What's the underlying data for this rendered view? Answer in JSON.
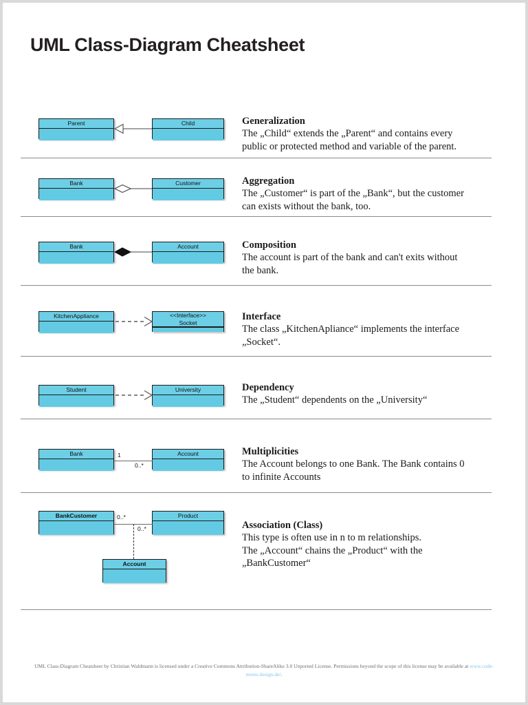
{
  "document": {
    "title": "UML Class-Diagram Cheatsheet",
    "accent_box_fill": "#62cbe3",
    "accent_header_fill": "#6dcfe6",
    "rule_color": "#8a8a8a",
    "link_color": "#7fc7e8"
  },
  "sections": [
    {
      "id": "generalization",
      "title": "Generalization",
      "body": "The „Child“ extends the „Parent“ and contains every\npublic or protected method and variable of the parent.",
      "left_class": "Parent",
      "right_class": "Child",
      "relation": "generalization-hollow-triangle"
    },
    {
      "id": "aggregation",
      "title": "Aggregation",
      "body": "The „Customer“ is part of the „Bank“, but the customer\ncan exists without the bank, too.",
      "left_class": "Bank",
      "right_class": "Customer",
      "relation": "aggregation-hollow-diamond"
    },
    {
      "id": "composition",
      "title": "Composition",
      "body": "The account is part of the bank and can't exits without\nthe bank.",
      "left_class": "Bank",
      "right_class": "Account",
      "relation": "composition-filled-diamond"
    },
    {
      "id": "interface",
      "title": "Interface",
      "body": "The class „KitchenApliance“ implements the interface\n„Socket“.",
      "left_class": "KitchenAppliance",
      "right_class_stereotype": "<<Interface>>",
      "right_class": "Socket",
      "relation": "realization-dashed-hollow-arrow"
    },
    {
      "id": "dependency",
      "title": "Dependency",
      "body": "The „Student“ dependents on the „University“",
      "left_class": "Student",
      "right_class": "University",
      "relation": "dependency-dashed-open-arrow"
    },
    {
      "id": "multiplicities",
      "title": "Multiplicities",
      "body": "The Account belongs to one Bank. The Bank contains 0\nto infinite Accounts",
      "left_class": "Bank",
      "right_class": "Account",
      "relation": "association-plain-line",
      "multiplicity_left": "1",
      "multiplicity_right": "0..*"
    },
    {
      "id": "association-class",
      "title": "Association (Class)",
      "body": "This type is often use in n to m relationships.\nThe „Account“  chains the „Product“ with the\n„BankCustomer“",
      "left_class": "BankCustomer",
      "right_class": "Product",
      "assoc_class": "Account",
      "relation": "association-class-dashed",
      "multiplicity_left": "0..*",
      "multiplicity_right": "0..*"
    }
  ],
  "footer": {
    "line1_before": "UML Class-Diagram Cheatsheet by Christian Waldmann is licensed under a Creative Commons Attribution-ShareAlike 3.0 Unported License. Permissions beyond the scope of",
    "line2_before": "this license may be available at ",
    "link_text": "www.code-meets-design.de/",
    "line2_after": "."
  }
}
